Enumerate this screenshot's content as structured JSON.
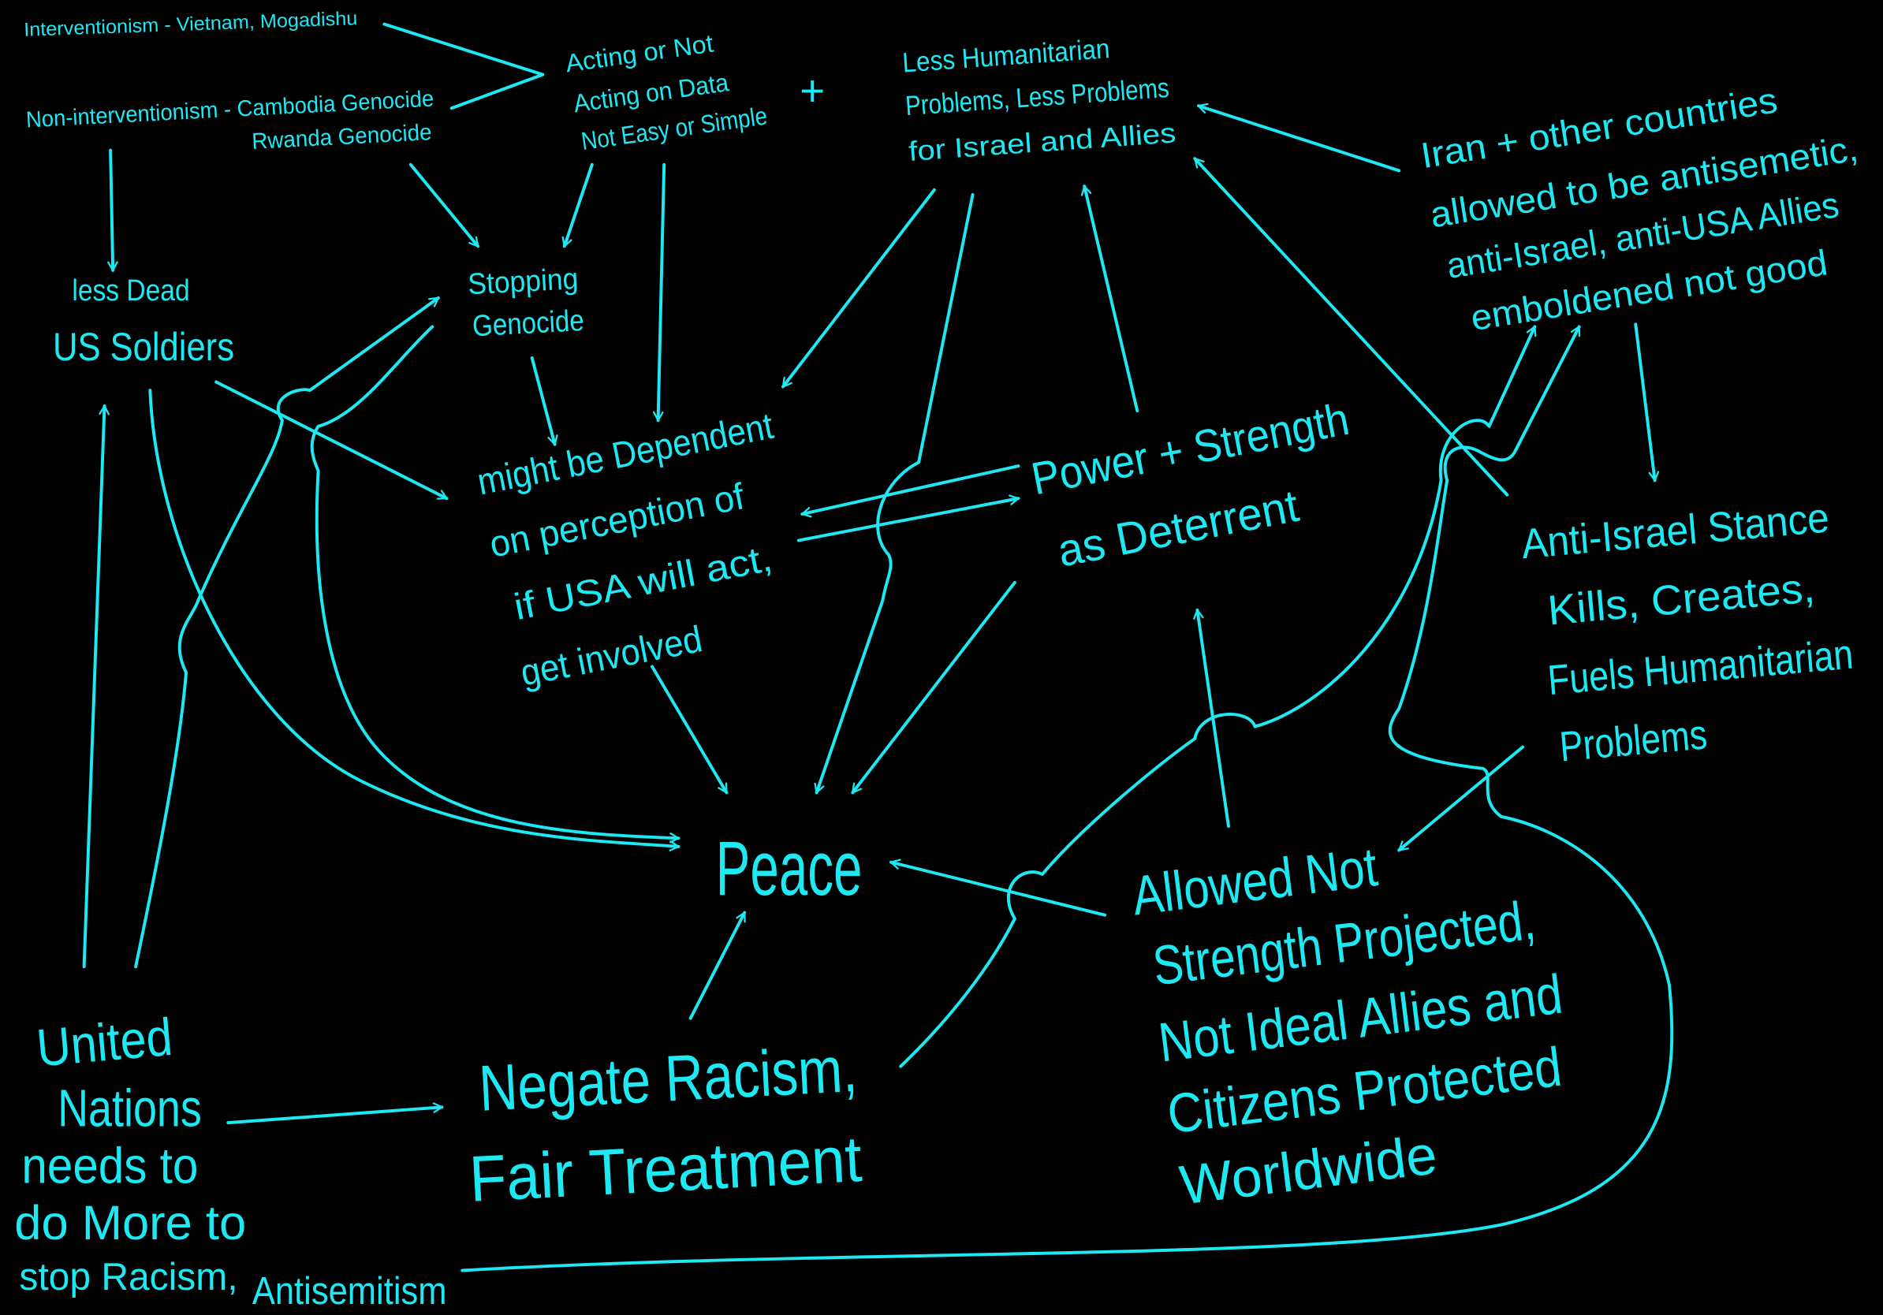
{
  "colors": {
    "background": "#000000",
    "ink": "#1ee8f2"
  },
  "nodes": {
    "interventionism": "Interventionism - Vietnam, Mogadishu",
    "non_interventionism": [
      "Non-interventionism - Cambodia Genocide",
      "Rwanda Genocide"
    ],
    "acting": [
      "Acting or Not",
      "Acting on Data",
      "Not Easy or Simple"
    ],
    "plus": "+",
    "less_humanitarian": [
      "Less Humanitarian",
      "Problems, Less Problems",
      "for Israel and Allies"
    ],
    "iran": [
      "Iran + other countries",
      "allowed to be antisemetic,",
      "anti-Israel, anti-USA Allies",
      "emboldened  not good"
    ],
    "less_dead": [
      "less Dead",
      "US Soldiers"
    ],
    "stopping_genocide": [
      "Stopping",
      "Genocide"
    ],
    "might_be_dependent": [
      "might be Dependent",
      "on perception of",
      "if USA will act,",
      "get involved"
    ],
    "power_strength": [
      "Power + Strength",
      "as Deterrent"
    ],
    "anti_israel_stance": [
      "Anti-Israel Stance",
      "Kills, Creates,",
      "Fuels Humanitarian",
      "Problems"
    ],
    "peace": "Peace",
    "allowed_not": [
      "Allowed Not",
      "Strength Projected,",
      "Not Ideal Allies and",
      "Citizens Protected",
      "Worldwide"
    ],
    "negate_racism": [
      "Negate Racism,",
      "Fair Treatment"
    ],
    "united_nations": [
      "United",
      "Nations",
      "needs to",
      "do More to",
      "stop Racism,",
      "Antisemitism"
    ]
  }
}
